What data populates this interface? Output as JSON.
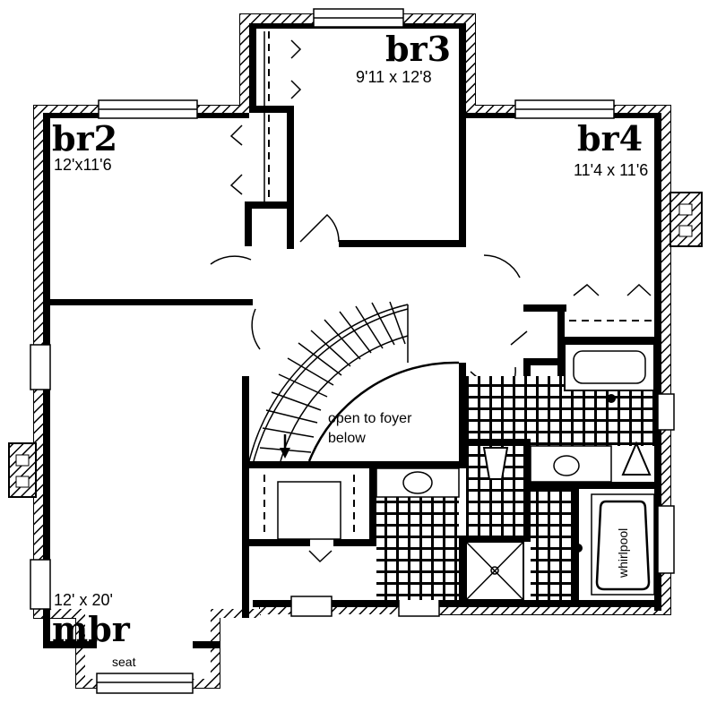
{
  "rooms": {
    "br2": {
      "name": "br2",
      "dimensions": "12'x11'6"
    },
    "br3": {
      "name": "br3",
      "dimensions": "9'11 x 12'8"
    },
    "br4": {
      "name": "br4",
      "dimensions": "11'4 x 11'6"
    },
    "mbr": {
      "name": "mbr",
      "dimensions": "12' x 20'",
      "seat_label": "seat"
    }
  },
  "labels": {
    "foyer_line1": "open to foyer",
    "foyer_line2": "below",
    "whirlpool": "whirlpool"
  },
  "colors": {
    "ink": "#000000",
    "paper": "#ffffff"
  }
}
